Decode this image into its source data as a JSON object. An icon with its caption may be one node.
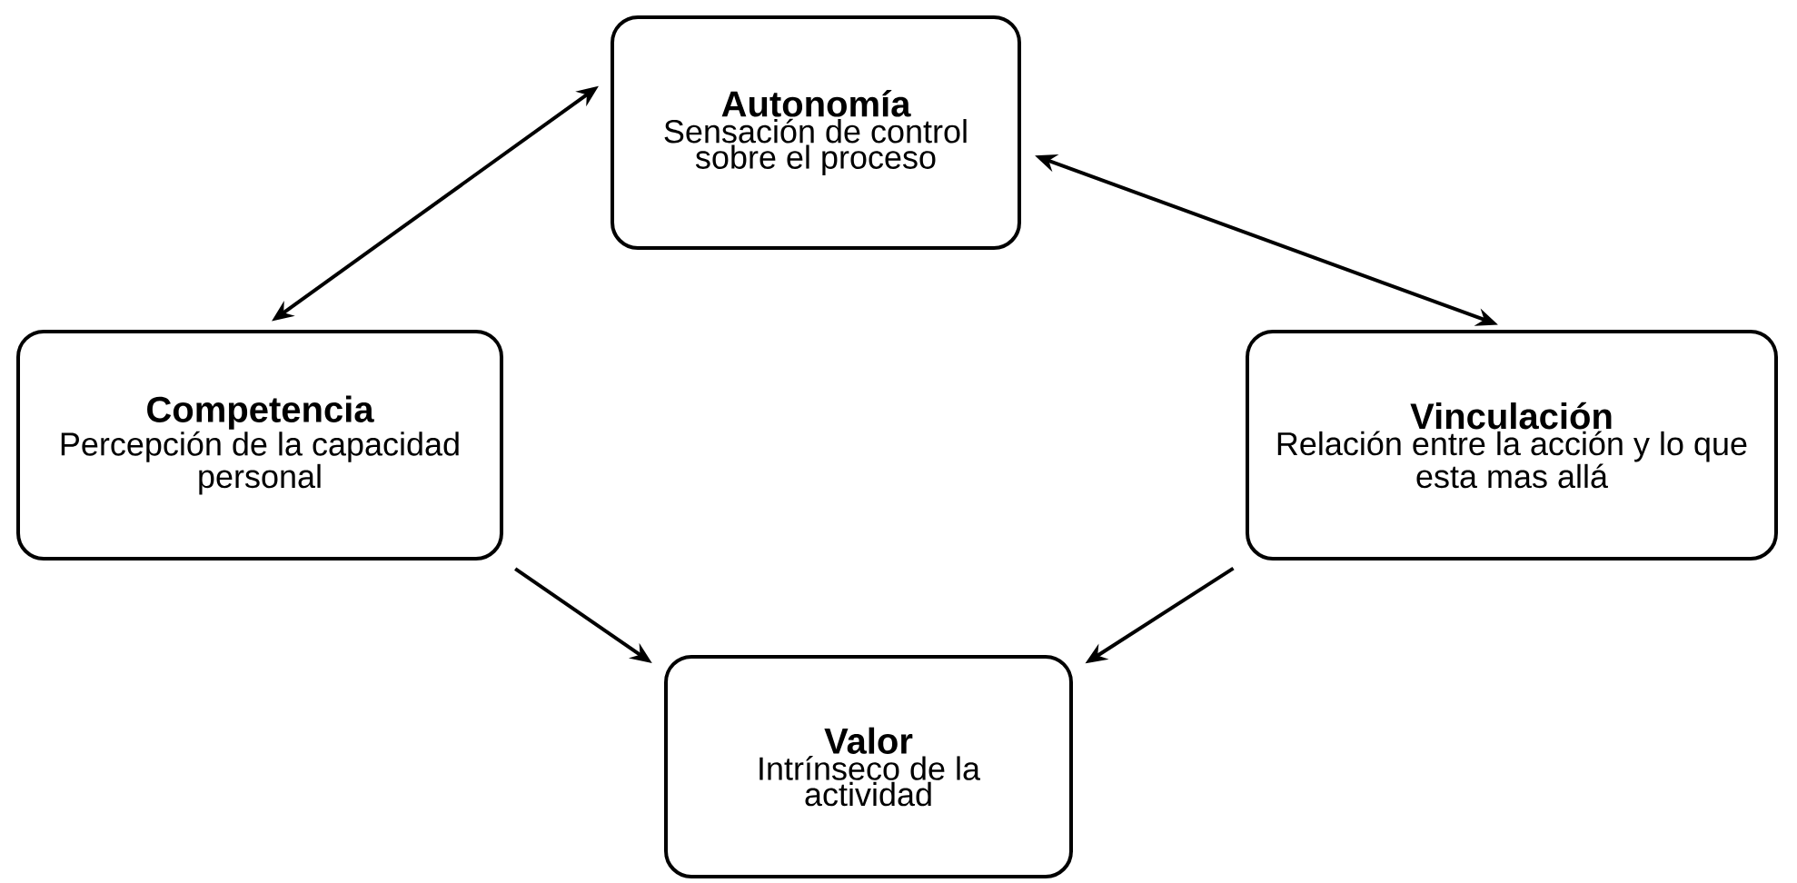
{
  "diagram": {
    "nodes": [
      {
        "text": [
          "Autonomía",
          "Sensación de control sobre el proceso"
        ]
      },
      {
        "text": [
          "Competencia",
          "Percepción de la capacidad personal"
        ]
      },
      {
        "text": [
          "Vinculación",
          "Relación entre la acción y lo que esta mas allá"
        ]
      },
      {
        "text": [
          "Valor",
          "Intrínseco de la actividad"
        ]
      }
    ],
    "edges": [
      {
        "from": 0,
        "to": 1,
        "arrow": "both"
      },
      {
        "from": 0,
        "to": 2,
        "arrow": "both"
      },
      {
        "from": 1,
        "to": 3,
        "arrow": "to"
      },
      {
        "from": 2,
        "to": 3,
        "arrow": "to"
      }
    ]
  }
}
